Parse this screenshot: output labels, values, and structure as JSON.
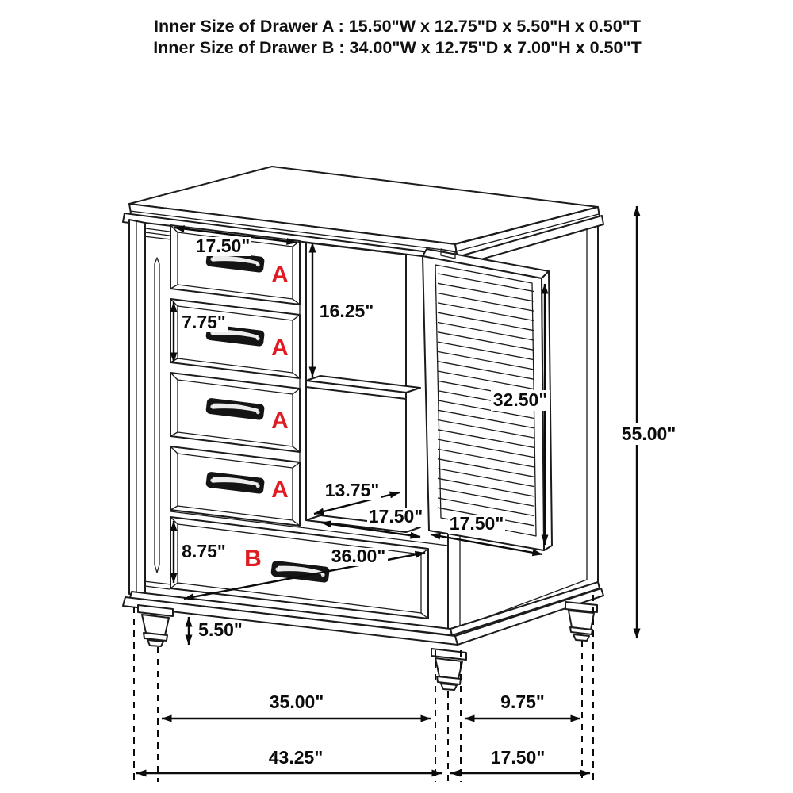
{
  "title": {
    "line1": "Inner Size of Drawer A : 15.50\"W x 12.75\"D x 5.50\"H x 0.50\"T",
    "line2": "Inner Size of Drawer B : 34.00\"W x 12.75\"D x 7.00\"H x 0.50\"T"
  },
  "labels": {
    "a": "A",
    "b": "B"
  },
  "dims": {
    "drawer_a_width": "17.50\"",
    "drawer_a_front_height": "7.75\"",
    "upper_compartment_height": "16.25\"",
    "door_height": "32.50\"",
    "overall_height": "55.00\"",
    "compartment_depth": "13.75\"",
    "compartment_width": "17.50\"",
    "door_width": "17.50\"",
    "drawer_b_front_height": "8.75\"",
    "drawer_b_width": "36.00\"",
    "leg_height": "5.50\"",
    "front_leg_span": "35.00\"",
    "side_leg_span": "9.75\"",
    "overall_width": "43.25\"",
    "overall_depth": "17.50\""
  },
  "colors": {
    "accent_red": "#e01b22",
    "line": "#1c1c1c"
  }
}
